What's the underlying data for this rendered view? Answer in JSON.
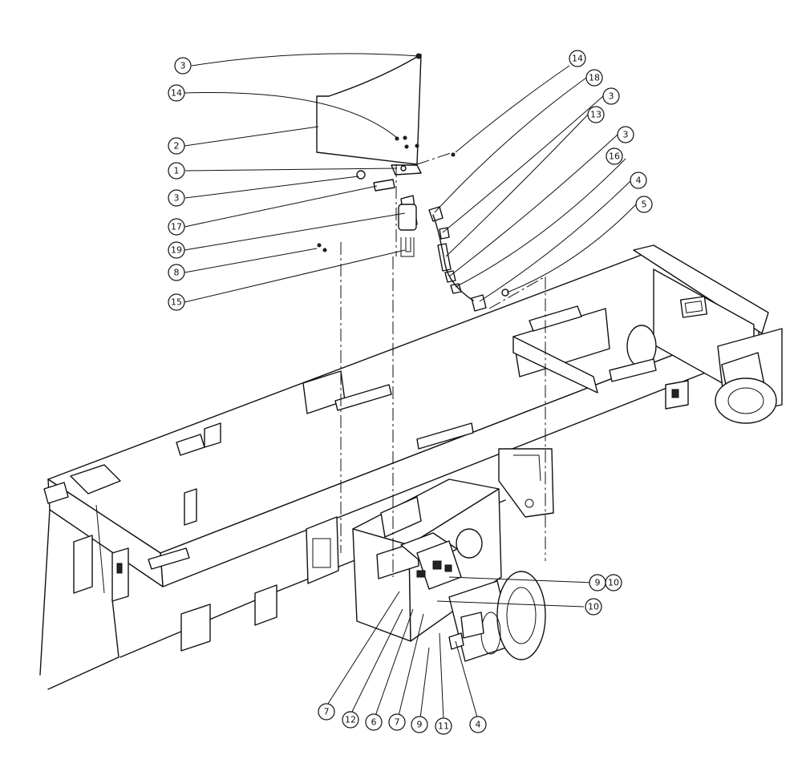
{
  "callouts": [
    {
      "id": "c-3-top",
      "label": "3"
    },
    {
      "id": "c-14-left",
      "label": "14"
    },
    {
      "id": "c-2",
      "label": "2"
    },
    {
      "id": "c-1",
      "label": "1"
    },
    {
      "id": "c-3-mid",
      "label": "3"
    },
    {
      "id": "c-17",
      "label": "17"
    },
    {
      "id": "c-19",
      "label": "19"
    },
    {
      "id": "c-8",
      "label": "8"
    },
    {
      "id": "c-15",
      "label": "15"
    },
    {
      "id": "c-14-right",
      "label": "14"
    },
    {
      "id": "c-18",
      "label": "18"
    },
    {
      "id": "c-3-r1",
      "label": "3"
    },
    {
      "id": "c-13",
      "label": "13"
    },
    {
      "id": "c-3-r2",
      "label": "3"
    },
    {
      "id": "c-16",
      "label": "16"
    },
    {
      "id": "c-4-right",
      "label": "4"
    },
    {
      "id": "c-5",
      "label": "5"
    },
    {
      "id": "c-9-right",
      "label": "9"
    },
    {
      "id": "c-10-a",
      "label": "10"
    },
    {
      "id": "c-10-b",
      "label": "10"
    },
    {
      "id": "c-7-a",
      "label": "7"
    },
    {
      "id": "c-12",
      "label": "12"
    },
    {
      "id": "c-6",
      "label": "6"
    },
    {
      "id": "c-7-b",
      "label": "7"
    },
    {
      "id": "c-9-bottom",
      "label": "9"
    },
    {
      "id": "c-11",
      "label": "11"
    },
    {
      "id": "c-4-bottom",
      "label": "4"
    }
  ]
}
